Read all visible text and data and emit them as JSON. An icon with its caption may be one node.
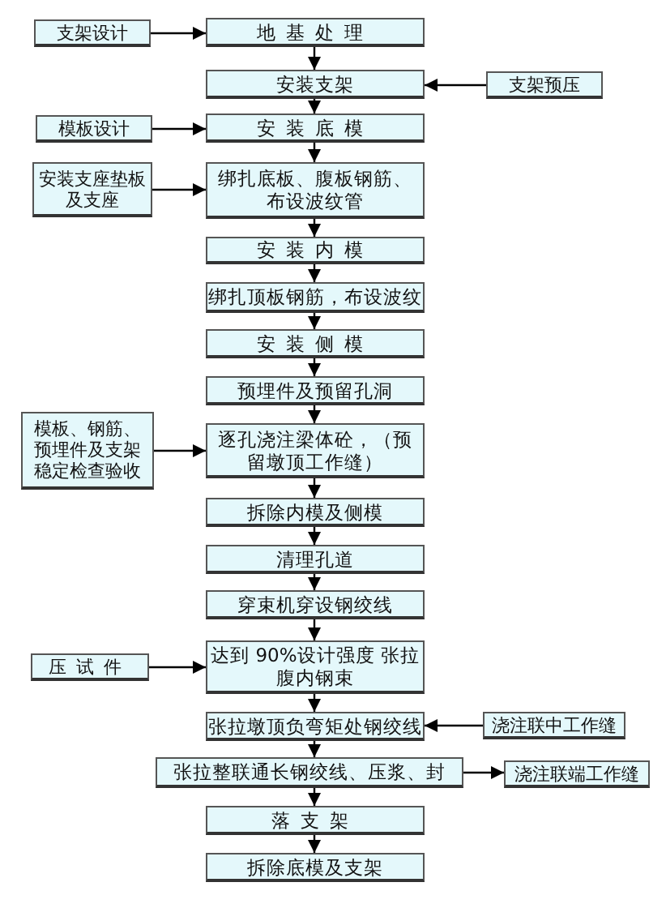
{
  "diagram": {
    "nodes": [
      {
        "text": [
          "支架设计"
        ]
      },
      {
        "text": [
          "地基处理"
        ]
      },
      {
        "text": [
          "安装支架"
        ]
      },
      {
        "text": [
          "支架预压"
        ]
      },
      {
        "text": [
          "模板设计"
        ]
      },
      {
        "text": [
          "安装底模"
        ]
      },
      {
        "text": [
          "安装支座垫板及支座"
        ]
      },
      {
        "text": [
          "绑扎底板、腹板钢筋、布设波纹管"
        ]
      },
      {
        "text": [
          "安装内模"
        ]
      },
      {
        "text": [
          "绑扎顶板钢筋，布设波纹"
        ]
      },
      {
        "text": [
          "安装侧模"
        ]
      },
      {
        "text": [
          "预埋件及预留孔洞"
        ]
      },
      {
        "text": [
          "模板、钢筋、预埋件及支架稳定检查验收"
        ]
      },
      {
        "text": [
          "逐孔浇注梁体砼，（预留墩顶工作缝）"
        ]
      },
      {
        "text": [
          "拆除内模及侧模"
        ]
      },
      {
        "text": [
          "清理孔道"
        ]
      },
      {
        "text": [
          "穿束机穿设钢绞线"
        ]
      },
      {
        "text": [
          "压试件"
        ]
      },
      {
        "text": [
          "达到 90%设计强度 张拉腹内钢束"
        ]
      },
      {
        "text": [
          "张拉墩顶负弯矩处钢绞线"
        ]
      },
      {
        "text": [
          "浇注联中工作缝"
        ]
      },
      {
        "text": [
          "张拉整联通长钢绞线、压浆、封"
        ]
      },
      {
        "text": [
          "浇注联端工作缝"
        ]
      },
      {
        "text": [
          "落支架"
        ]
      },
      {
        "text": [
          "拆除底模及支架"
        ]
      }
    ],
    "edges": [
      {
        "from": 0,
        "to": 1,
        "arrow": "to"
      },
      {
        "from": 1,
        "to": 2,
        "arrow": "to"
      },
      {
        "from": 3,
        "to": 2,
        "arrow": "to"
      },
      {
        "from": 2,
        "to": 5,
        "arrow": "to"
      },
      {
        "from": 4,
        "to": 5,
        "arrow": "to"
      },
      {
        "from": 5,
        "to": 7,
        "arrow": "to"
      },
      {
        "from": 6,
        "to": 7,
        "arrow": "to"
      },
      {
        "from": 7,
        "to": 8,
        "arrow": "to"
      },
      {
        "from": 8,
        "to": 9,
        "arrow": "to"
      },
      {
        "from": 9,
        "to": 10,
        "arrow": "to"
      },
      {
        "from": 10,
        "to": 11,
        "arrow": "to"
      },
      {
        "from": 11,
        "to": 13,
        "arrow": "to"
      },
      {
        "from": 12,
        "to": 13,
        "arrow": "to"
      },
      {
        "from": 13,
        "to": 14,
        "arrow": "to"
      },
      {
        "from": 14,
        "to": 15,
        "arrow": "to"
      },
      {
        "from": 15,
        "to": 16,
        "arrow": "to"
      },
      {
        "from": 16,
        "to": 18,
        "arrow": "to"
      },
      {
        "from": 17,
        "to": 18,
        "arrow": "to"
      },
      {
        "from": 18,
        "to": 19,
        "arrow": "to"
      },
      {
        "from": 20,
        "to": 19,
        "arrow": "to"
      },
      {
        "from": 19,
        "to": 21,
        "arrow": "to"
      },
      {
        "from": 21,
        "to": 22,
        "arrow": "to"
      },
      {
        "from": 21,
        "to": 23,
        "arrow": "to"
      },
      {
        "from": 23,
        "to": 24,
        "arrow": "to"
      }
    ]
  }
}
